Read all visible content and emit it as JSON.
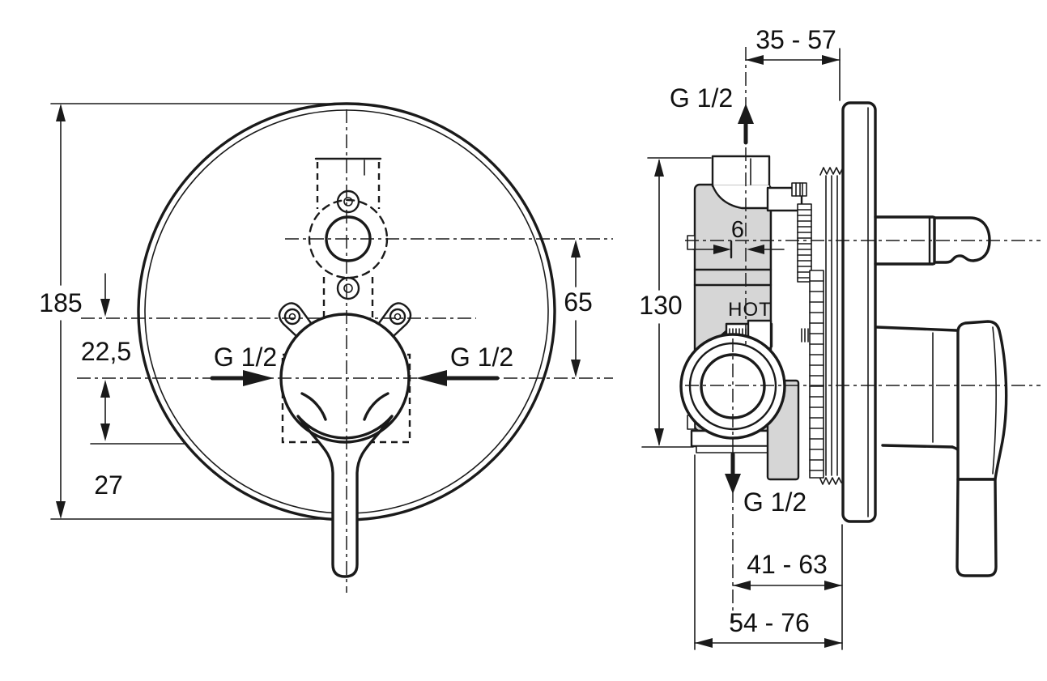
{
  "colors": {
    "line": "#1a1a1a",
    "body_fill": "#d6d6d6",
    "background": "#ffffff"
  },
  "front_view": {
    "dims": {
      "plate_diameter": "185",
      "upper_offset": "22,5",
      "lower_offset": "27",
      "port_vertical_spacing": "65"
    },
    "ports": {
      "left_inlet": "G 1/2",
      "right_inlet": "G 1/2"
    }
  },
  "side_view": {
    "dims": {
      "depth_top_range": "35 - 57",
      "body_height": "130",
      "center_offset": "6",
      "depth_plate_range": "41 - 63",
      "depth_total_range": "54 - 76"
    },
    "ports": {
      "top_outlet": "G 1/2",
      "bottom_outlet": "G 1/2"
    },
    "markings": {
      "hot_label": "HOT"
    }
  }
}
